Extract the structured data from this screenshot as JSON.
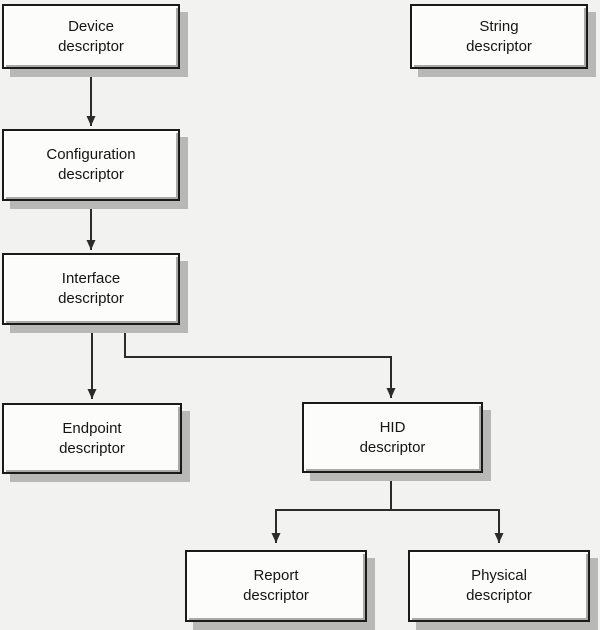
{
  "diagram": {
    "type": "flowchart",
    "nodes": {
      "device": {
        "label": "Device\ndescriptor"
      },
      "string": {
        "label": "String\ndescriptor"
      },
      "configuration": {
        "label": "Configuration\ndescriptor"
      },
      "interface": {
        "label": "Interface\ndescriptor"
      },
      "endpoint": {
        "label": "Endpoint\ndescriptor"
      },
      "hid": {
        "label": "HID\ndescriptor"
      },
      "report": {
        "label": "Report\ndescriptor"
      },
      "physical": {
        "label": "Physical\ndescriptor"
      }
    },
    "edges": [
      {
        "from": "Device descriptor",
        "to": "Configuration descriptor"
      },
      {
        "from": "Configuration descriptor",
        "to": "Interface descriptor"
      },
      {
        "from": "Interface descriptor",
        "to": "Endpoint descriptor"
      },
      {
        "from": "Interface descriptor",
        "to": "HID descriptor"
      },
      {
        "from": "HID descriptor",
        "to": "Report descriptor"
      },
      {
        "from": "HID descriptor",
        "to": "Physical descriptor"
      }
    ],
    "colors": {
      "background": "#f2f2f0",
      "box_fill": "#fcfcfa",
      "box_border": "#1a1a1a",
      "box_shadow": "#b8b8b6",
      "line": "#2b2b2b",
      "text": "#141414"
    }
  }
}
